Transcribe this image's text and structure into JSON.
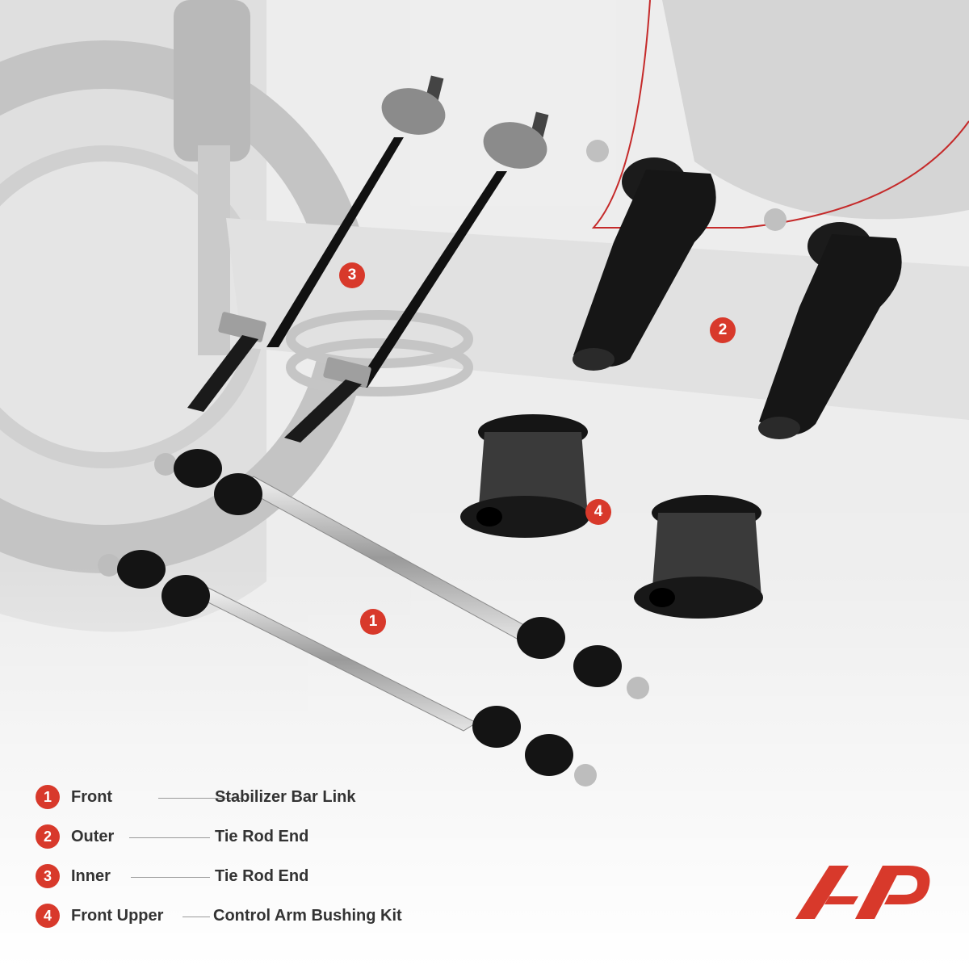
{
  "markers": [
    {
      "number": "1"
    },
    {
      "number": "2"
    },
    {
      "number": "3"
    },
    {
      "number": "4"
    }
  ],
  "legend": [
    {
      "number": "1",
      "position": "Front",
      "part": "Stabilizer Bar Link"
    },
    {
      "number": "2",
      "position": "Outer",
      "part": "Tie Rod End"
    },
    {
      "number": "3",
      "position": "Inner",
      "part": "Tie Rod End"
    },
    {
      "number": "4",
      "position": "Front Upper",
      "part": "Control Arm Bushing Kit"
    }
  ],
  "colors": {
    "accent": "#d8392b",
    "text": "#333333",
    "background": "#f4f4f4"
  },
  "logo": {
    "icon": "brand-logo-icon"
  }
}
